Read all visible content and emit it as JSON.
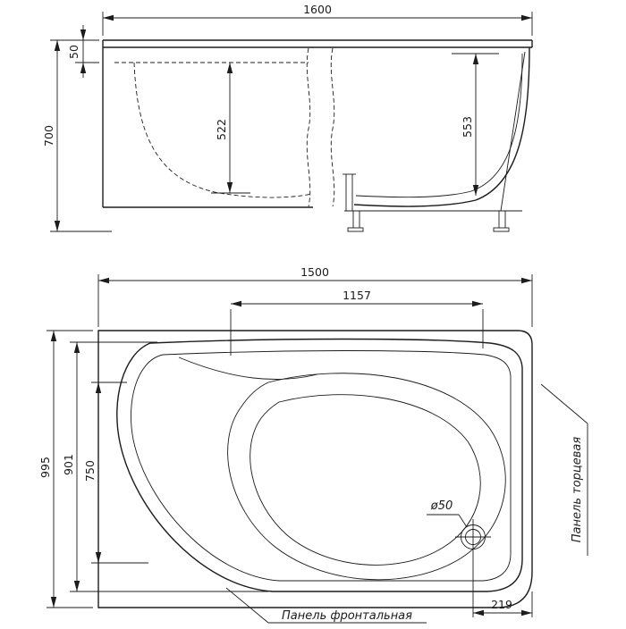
{
  "colors": {
    "line": "#1c1c1c",
    "background": "#ffffff"
  },
  "side": {
    "dim_length": "1600",
    "dim_rim": "50",
    "dim_height": "700",
    "dim_inner_depth": "522",
    "dim_right_depth": "553"
  },
  "plan": {
    "dim_length": "1500",
    "dim_inner_length": "1157",
    "dim_width": "995",
    "dim_inner_width": "901",
    "dim_basin": "750",
    "dim_drain": "ø50",
    "dim_drain_offset": "219",
    "label_front": "Панель фронтальная",
    "label_end": "Панель торцевая"
  }
}
